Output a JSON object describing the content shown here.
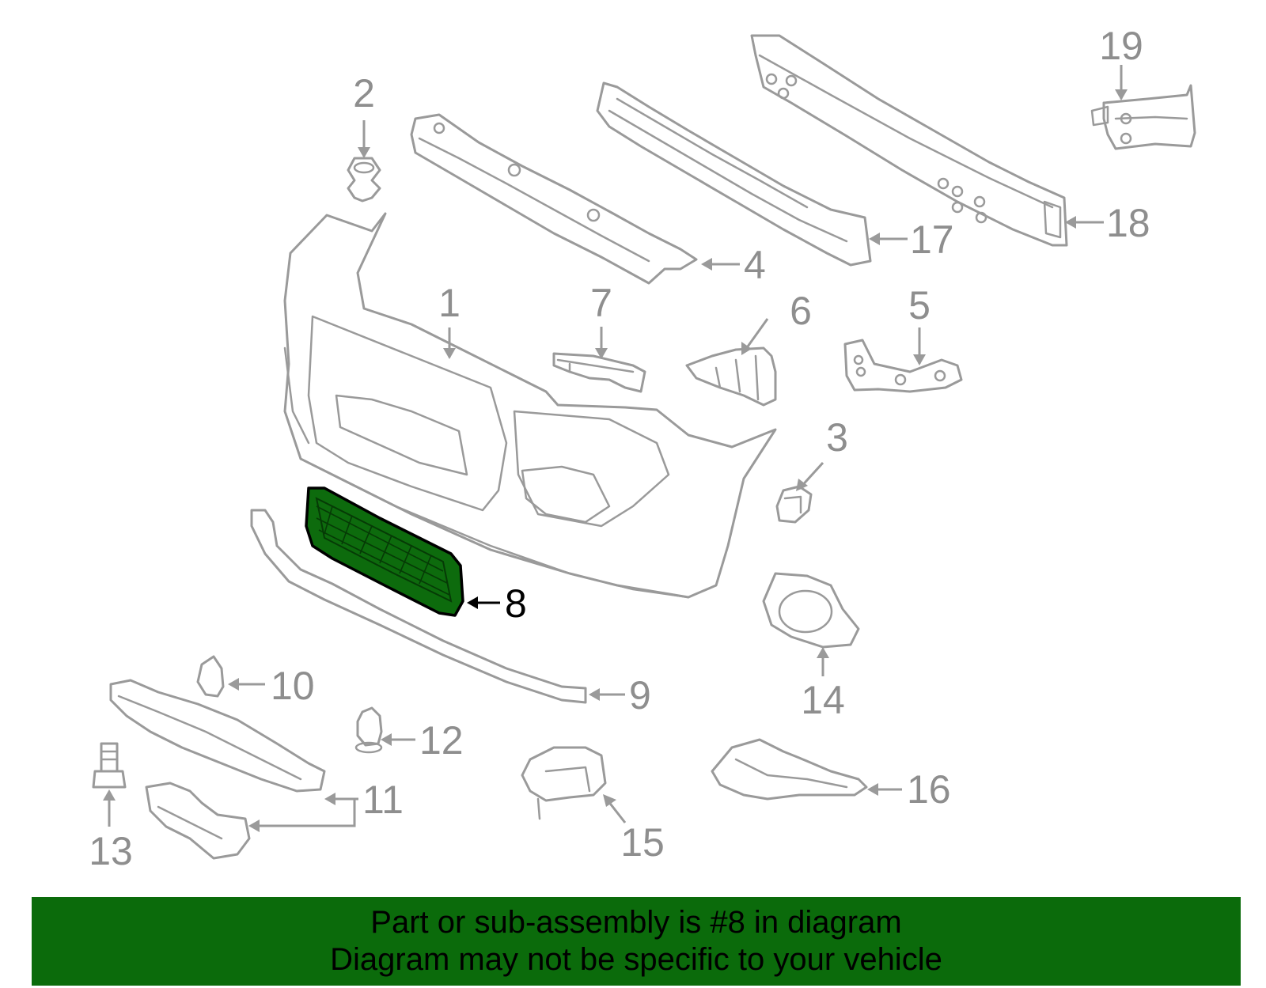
{
  "banner": {
    "line1": "Part or sub-assembly is #8 in diagram",
    "line2": "Diagram may not be specific to your vehicle",
    "background": "#0b6b0b"
  },
  "highlight": {
    "part": "8",
    "fill": "#0d6b0d",
    "outline": "#000000"
  },
  "line_color": "#9a9a9a",
  "callouts": {
    "c1": "1",
    "c2": "2",
    "c3": "3",
    "c4": "4",
    "c5": "5",
    "c6": "6",
    "c7": "7",
    "c8": "8",
    "c9": "9",
    "c10": "10",
    "c11": "11",
    "c12": "12",
    "c13": "13",
    "c14": "14",
    "c15": "15",
    "c16": "16",
    "c17": "17",
    "c18": "18",
    "c19": "19"
  }
}
